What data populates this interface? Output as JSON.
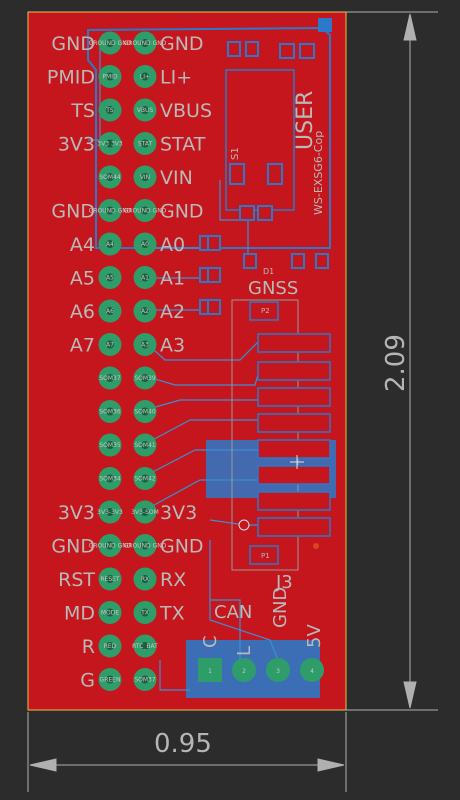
{
  "board": {
    "width_label": "0.95",
    "height_label": "2.09",
    "colors": {
      "background": "#2c2c2c",
      "copper_top": "#c4161c",
      "copper_bottom": "#2d78c8",
      "pad": "#2f9d6a",
      "outline": "#e6c24a",
      "dimension": "#b0b0b0"
    }
  },
  "left_labels": [
    "GND",
    "PMID",
    "TS",
    "3V3",
    "",
    "GND",
    "A4",
    "A5",
    "A6",
    "A7",
    "",
    "",
    "",
    "",
    "3V3",
    "GND",
    "RST",
    "MD",
    "R",
    "G"
  ],
  "right_labels": [
    "GND",
    "LI+",
    "VBUS",
    "STAT",
    "VIN",
    "GND",
    "A0",
    "A1",
    "A2",
    "A3",
    "",
    "",
    "",
    "",
    "3V3",
    "GND",
    "RX",
    "TX",
    "",
    ""
  ],
  "pads_left": [
    "GROUND GND",
    "PMID",
    "TS",
    "3V3 3V3",
    "SOM44",
    "GROUND GND",
    "A4",
    "A5",
    "A6",
    "A7",
    "SOM37",
    "SOM36",
    "SOM35",
    "SOM34",
    "3V3-3V3",
    "GROUND GND",
    "RESET",
    "MODE",
    "RED",
    "GREEN"
  ],
  "pads_right": [
    "GROUND GND",
    "LI+",
    "VBUS",
    "STAT",
    "VIN",
    "GROUND GND",
    "A0",
    "A1",
    "A2",
    "A3",
    "SOM39",
    "SOM40",
    "SOM41",
    "SOM42",
    "3V3-SOM",
    "GROUND GND",
    "RX",
    "TX",
    "RTC_BAT",
    "SOM37"
  ],
  "components": {
    "user": "USER",
    "s1": "S1",
    "ws": "WS-EXSG6-Cop",
    "d1": "D1",
    "gnss": "GNSS",
    "p2": "P2",
    "p1": "P1",
    "j3": "J3"
  },
  "connector_labels": [
    "5V",
    "GND",
    "CAN"
  ],
  "connector_pins": [
    "1",
    "2",
    "3",
    "4"
  ],
  "misc": {
    "l": "L",
    "r": "R",
    "c": "C"
  }
}
